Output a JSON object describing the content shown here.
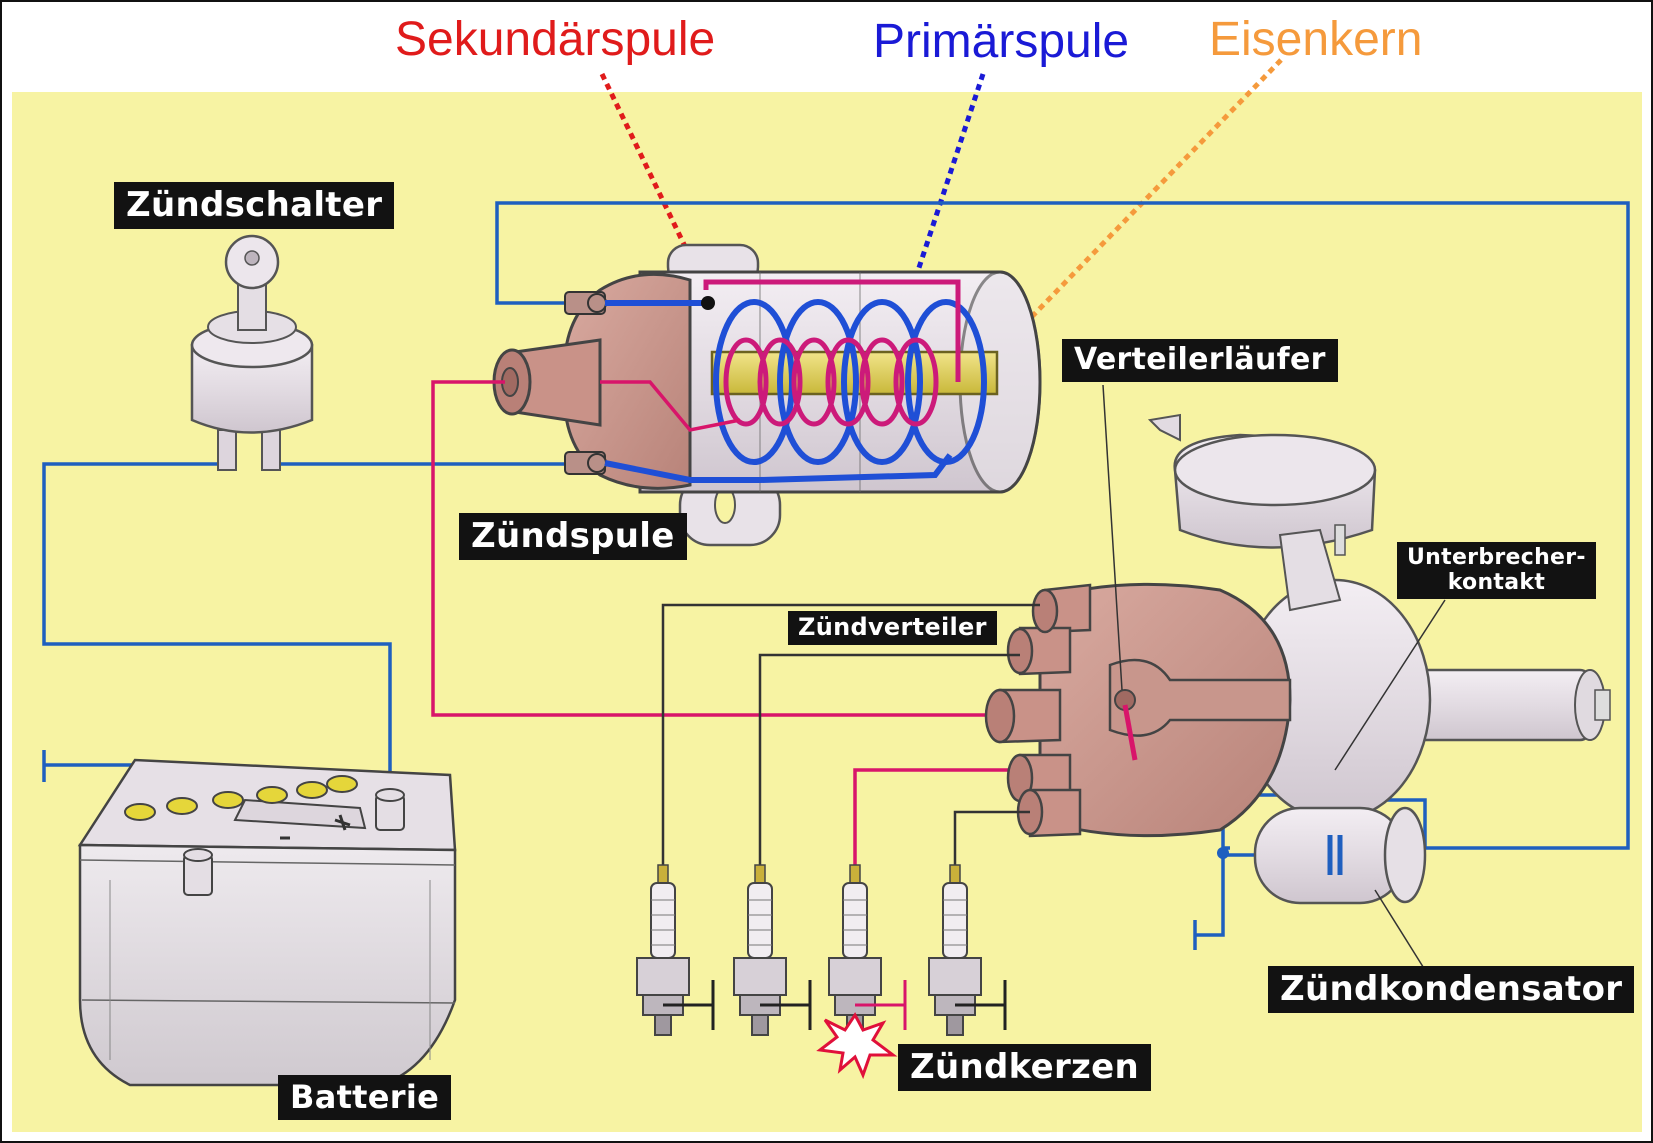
{
  "top_labels": {
    "secondary_coil": "Sekundärspule",
    "primary_coil": "Primärspule",
    "iron_core": "Eisenkern"
  },
  "component_labels": {
    "ignition_switch": "Zündschalter",
    "ignition_coil": "Zündspule",
    "rotor": "Verteilerläufer",
    "breaker_point_line1": "Unterbrecher-",
    "breaker_point_line2": "kontakt",
    "distributor": "Zündverteiler",
    "condenser": "Zündkondensator",
    "spark_plugs": "Zündkerzen",
    "battery": "Batterie"
  },
  "colors": {
    "background": "#f7f3a3",
    "secondary_coil": "#e01b1b",
    "primary_coil": "#1a1ad6",
    "iron_core": "#f59a3c",
    "wire_high_voltage": "#d8156a",
    "wire_low_voltage": "#1f5fbf",
    "coil_cap": "#c9968c"
  }
}
